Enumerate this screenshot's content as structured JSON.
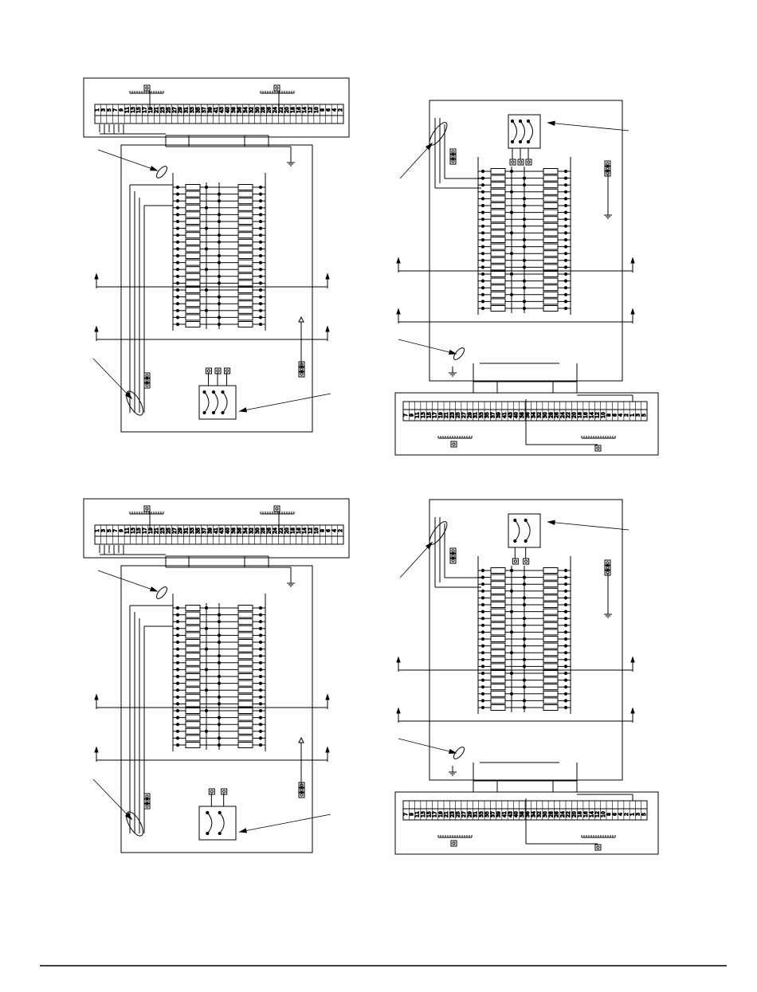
{
  "diagrams": [
    {
      "id": "top-left",
      "terminal_strip_top": true,
      "strip_labels": [
        "1",
        "3",
        "5",
        "7",
        "9",
        "11",
        "13",
        "15",
        "17",
        "19",
        "21",
        "23",
        "25",
        "27",
        "29",
        "31",
        "33",
        "35",
        "37",
        "39",
        "41",
        "43",
        "40",
        "38",
        "36",
        "34",
        "32",
        "30",
        "28",
        "26",
        "24",
        "22",
        "20",
        "18",
        "16",
        "14",
        "12",
        "10",
        "8",
        "6",
        "4",
        "2"
      ],
      "contactor_poles": 3,
      "breaker_rows": 21
    },
    {
      "id": "top-right",
      "terminal_strip_top": false,
      "strip_labels": [
        "7",
        "9",
        "11",
        "13",
        "15",
        "17",
        "19",
        "21",
        "23",
        "25",
        "27",
        "29",
        "31",
        "33",
        "35",
        "37",
        "39",
        "41",
        "43",
        "40",
        "38",
        "36",
        "34",
        "32",
        "30",
        "28",
        "26",
        "24",
        "22",
        "20",
        "18",
        "16",
        "14",
        "12",
        "10",
        "8",
        "6",
        "4",
        "2",
        "1",
        "3",
        "5"
      ],
      "contactor_poles": 3,
      "breaker_rows": 21
    },
    {
      "id": "bottom-left",
      "terminal_strip_top": true,
      "strip_labels": [
        "1",
        "3",
        "5",
        "7",
        "9",
        "11",
        "13",
        "15",
        "17",
        "19",
        "21",
        "23",
        "25",
        "27",
        "29",
        "31",
        "33",
        "35",
        "37",
        "39",
        "41",
        "43",
        "40",
        "38",
        "36",
        "34",
        "32",
        "30",
        "28",
        "26",
        "24",
        "22",
        "20",
        "18",
        "16",
        "14",
        "12",
        "10",
        "8",
        "6",
        "4",
        "2"
      ],
      "contactor_poles": 2,
      "breaker_rows": 21
    },
    {
      "id": "bottom-right",
      "terminal_strip_top": false,
      "strip_labels": [
        "7",
        "9",
        "11",
        "13",
        "15",
        "17",
        "19",
        "21",
        "23",
        "25",
        "27",
        "29",
        "31",
        "33",
        "35",
        "37",
        "39",
        "41",
        "43",
        "40",
        "38",
        "36",
        "34",
        "32",
        "30",
        "28",
        "26",
        "24",
        "22",
        "20",
        "18",
        "16",
        "14",
        "12",
        "10",
        "8",
        "6",
        "4",
        "2",
        "1",
        "3",
        "5"
      ],
      "contactor_poles": 2,
      "breaker_rows": 21
    }
  ]
}
